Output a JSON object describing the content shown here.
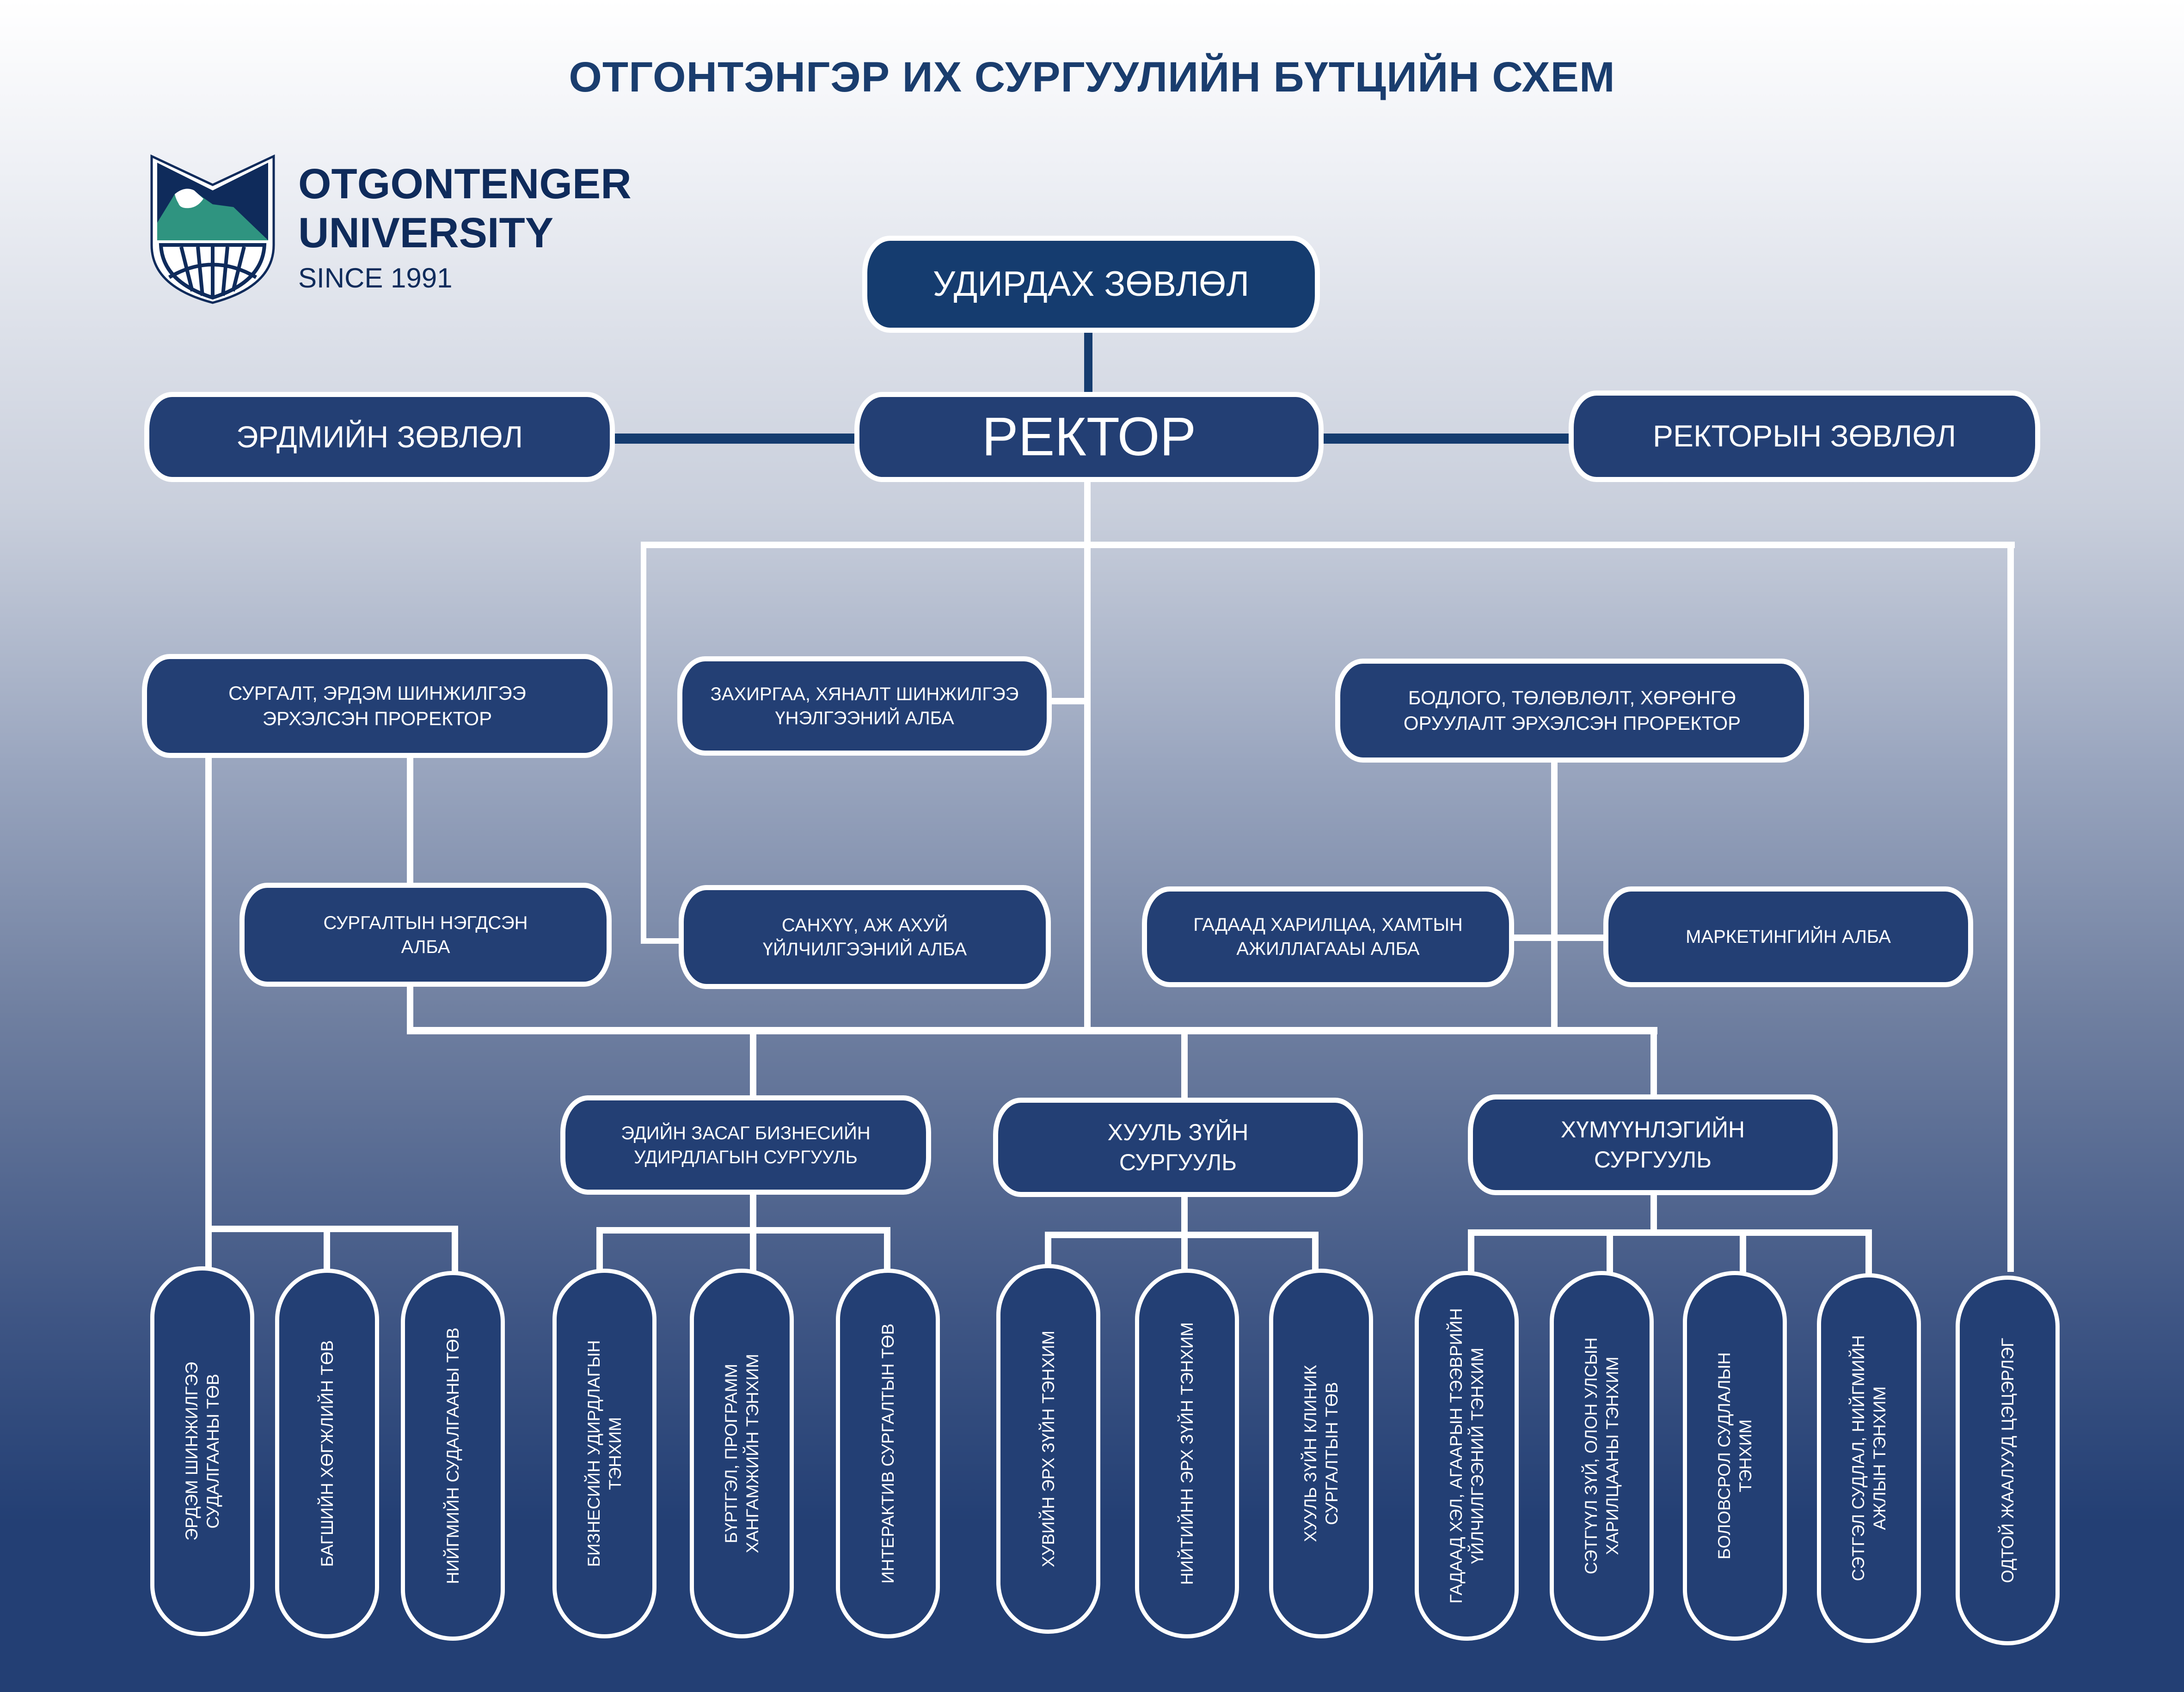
{
  "title": "ОТГОНТЭНГЭР ИХ  СУРГУУЛИЙН БҮТЦИЙН СХЕМ",
  "brand": {
    "line1": "OTGONTENGER",
    "line2": "UNIVERSITY",
    "since": "SINCE 1991",
    "logo_icon": "mountain-globe-shield-icon",
    "colors": {
      "navy": "#0f2b5b",
      "green": "#2f9480"
    }
  },
  "colors": {
    "box_fill": "#233f74",
    "box_border": "#ffffff",
    "title": "#1a3d6e"
  },
  "top": {
    "board": "УДИРДАХ ЗӨВЛӨЛ",
    "rector": "РЕКТОР",
    "academic_council": "ЭРДМИЙН ЗӨВЛӨЛ",
    "rector_council": "РЕКТОРЫН ЗӨВЛӨЛ"
  },
  "level2": {
    "prorector_academic": "СУРГАЛТ, ЭРДЭМ ШИНЖИЛГЭЭ\nЭРХЭЛСЭН ПРОРЕКТОР",
    "admin_office": "ЗАХИРГАА, ХЯНАЛТ ШИНЖИЛГЭЭ\nҮНЭЛГЭЭНИЙ АЛБА",
    "prorector_policy": "БОДЛОГО, ТӨЛӨВЛӨЛТ, ХӨРӨНГӨ\nОРУУЛАЛТ ЭРХЭЛСЭН ПРОРЕКТОР"
  },
  "level3": {
    "training_office": "СУРГАЛТЫН НЭГДСЭН\nАЛБА",
    "finance_office": "САНХҮҮ, АЖ АХУЙ\nҮЙЛЧИЛГЭЭНИЙ АЛБА",
    "foreign_office": "ГАДААД ХАРИЛЦАА, ХАМТЫН\nАЖИЛЛАГААЫ АЛБА",
    "marketing_office": "МАРКЕТИНГИЙН АЛБА"
  },
  "schools": [
    {
      "name": "ЭДИЙН ЗАСАГ БИЗНЕСИЙН\nУДИРДЛАГЫН СУРГУУЛЬ"
    },
    {
      "name": "ХУУЛЬ ЗҮЙН\nСУРГУУЛЬ"
    },
    {
      "name": "ХҮМҮҮНЛЭГИЙН\nСУРГУУЛЬ"
    }
  ],
  "units": [
    "ЭРДЭМ ШИНЖИЛГЭЭ\nСУДАЛГААНЫ ТӨВ",
    "БАГШИЙН ХӨГЖЛИЙН ТӨВ",
    "НИЙГМИЙН СУДАЛГААНЫ ТӨВ",
    "БИЗНЕСИЙН УДИРДЛАГЫН\nТЭНХИМ",
    "БҮРТГЭЛ, ПРОГРАММ\nХАНГАМЖИЙН ТЭНХИМ",
    "ИНТЕРАКТИВ СУРГАЛТЫН ТӨВ",
    "ХУВИЙН ЭРХ ЗҮЙН ТЭНХИМ",
    "НИЙТИЙНН ЭРХ ЗҮЙН ТЭНХИМ",
    "ХУУЛЬ ЗҮЙН КЛИНИК\nСУРГАЛТЫН ТӨВ",
    "ГАДААД ХЭЛ, АГААРЫН ТЭЭВРИЙН\nҮЙЛЧИЛГЭЭНИЙ ТЭНХИМ",
    "СЭТГҮҮЛ ЗҮЙ,  ОЛОН УЛСЫН\nХАРИЛЦААНЫ ТЭНХИМ",
    "БОЛОВСРОЛ СУДЛАЛЫН\nТЭНХИМ",
    "СЭТГЭЛ СУДЛАЛ, НИЙГМИЙН\nАЖЛЫН ТЭНХИМ",
    "ОДТОЙ ЖААЛУУД ЦЭЦЭРЛЭГ"
  ]
}
